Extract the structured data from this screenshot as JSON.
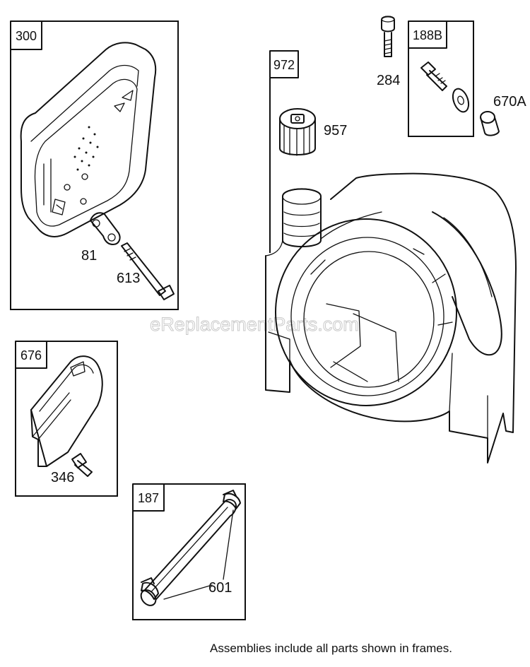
{
  "watermark": "eReplacementParts.com",
  "footer_note": "Assemblies include all parts shown in frames.",
  "frames": [
    {
      "tag": "300"
    },
    {
      "tag": "676"
    },
    {
      "tag": "187"
    },
    {
      "tag": "972"
    },
    {
      "tag": "188B"
    }
  ],
  "callouts": {
    "p81": "81",
    "p613": "613",
    "p346": "346",
    "p601": "601",
    "p957": "957",
    "p284": "284",
    "p670a": "670A"
  }
}
